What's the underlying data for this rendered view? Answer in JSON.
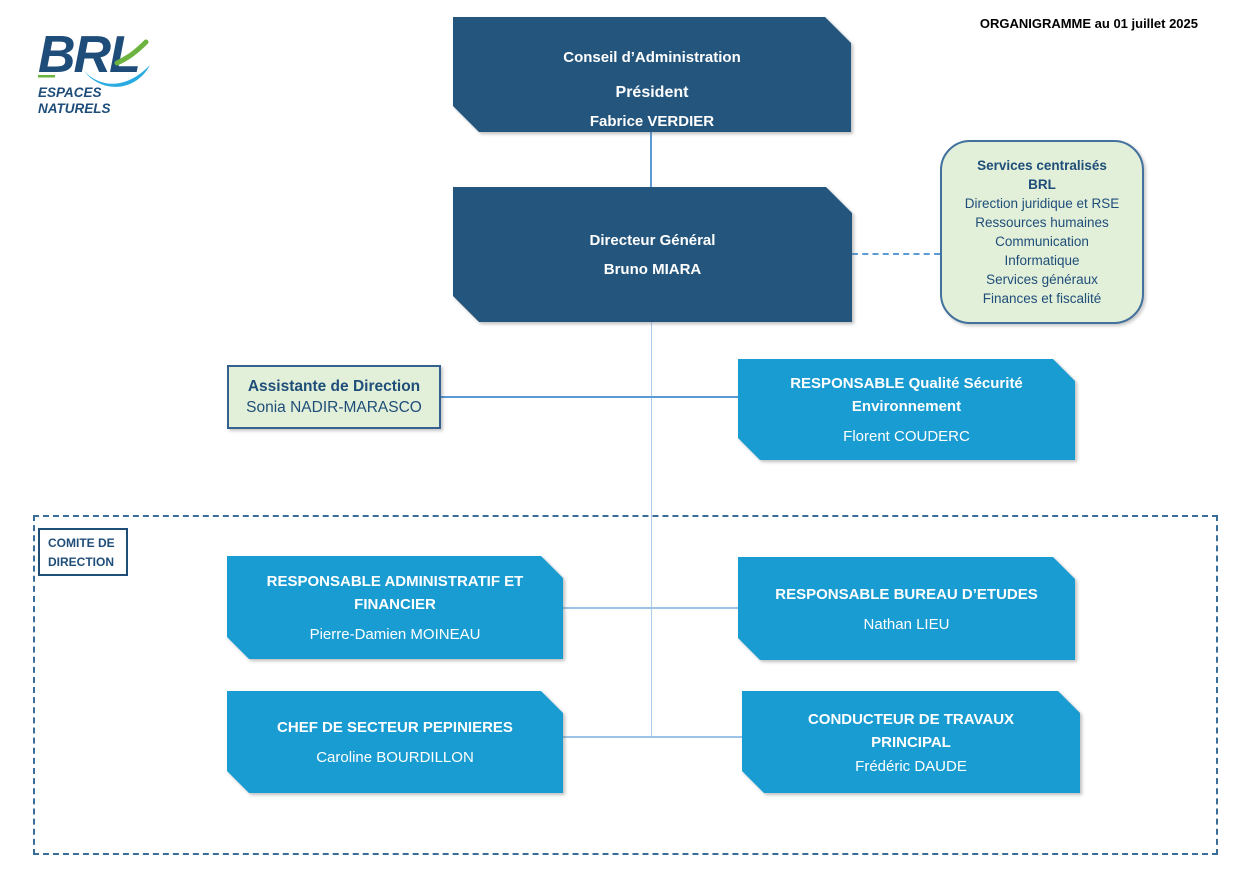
{
  "header": {
    "title": "ORGANIGRAMME au 01 juillet 2025",
    "logo": {
      "brand": "BRL",
      "line1": "ESPACES",
      "line2": "NATURELS"
    }
  },
  "org": {
    "conseil": {
      "title": "Conseil d’Administration",
      "role": "Président",
      "name": "Fabrice VERDIER"
    },
    "directeur": {
      "title": "Directeur Général",
      "name": "Bruno MIARA"
    },
    "services": {
      "title": "Services centralisés BRL",
      "items": [
        "Direction juridique et RSE",
        "Ressources humaines",
        "Communication",
        "Informatique",
        "Services généraux",
        "Finances et fiscalité"
      ]
    },
    "assistante": {
      "title": "Assistante de Direction",
      "name": "Sonia NADIR-MARASCO"
    },
    "qse": {
      "title": "RESPONSABLE Qualité Sécurité Environnement",
      "name": "Florent COUDERC"
    },
    "raf": {
      "title": "RESPONSABLE ADMINISTRATIF ET FINANCIER",
      "name": "Pierre-Damien MOINEAU"
    },
    "bureau": {
      "title": "RESPONSABLE BUREAU D’ETUDES",
      "name": "Nathan LIEU"
    },
    "pepinieres": {
      "title": "CHEF DE SECTEUR PEPINIERES",
      "name": "Caroline BOURDILLON"
    },
    "travaux": {
      "title": "CONDUCTEUR DE TRAVAUX PRINCIPAL",
      "name": "Frédéric DAUDE"
    }
  },
  "comite": {
    "label": "COMITE DE DIRECTION"
  },
  "colors": {
    "navy_box": "#24557D",
    "cyan_box": "#189CD2",
    "green_fill": "#E2EFD9",
    "green_border": "#41719C",
    "navy_text": "#1F4E79",
    "connector_blue": "#5B9BD5",
    "connector_light": "#AECBEA",
    "connector_row": "#9DC3E6",
    "dashed_border": "#3A6E99",
    "logo_blue": "#1F4D7A",
    "logo_green": "#6CB33F",
    "logo_wave": "#29ABE2"
  }
}
